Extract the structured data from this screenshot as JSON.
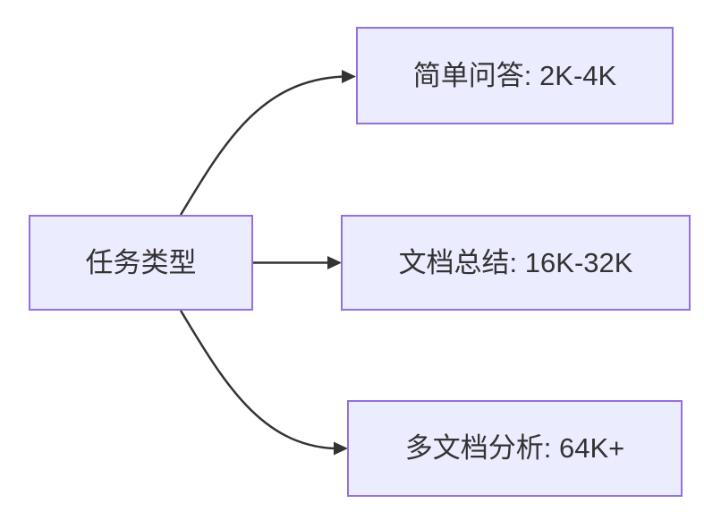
{
  "diagram": {
    "type": "flowchart",
    "direction": "left-to-right",
    "root": {
      "label": "任务类型"
    },
    "children": [
      {
        "label": "简单问答: 2K-4K"
      },
      {
        "label": "文档总结: 16K-32K"
      },
      {
        "label": "多文档分析: 64K+"
      }
    ],
    "edges": [
      {
        "from": "任务类型",
        "to": "简单问答: 2K-4K"
      },
      {
        "from": "任务类型",
        "to": "文档总结: 16K-32K"
      },
      {
        "from": "任务类型",
        "to": "多文档分析: 64K+"
      }
    ],
    "colors": {
      "node_fill": "#ECECFF",
      "node_border": "#9370DB",
      "edge": "#333333",
      "text": "#333333",
      "background": "#FFFFFF"
    }
  }
}
